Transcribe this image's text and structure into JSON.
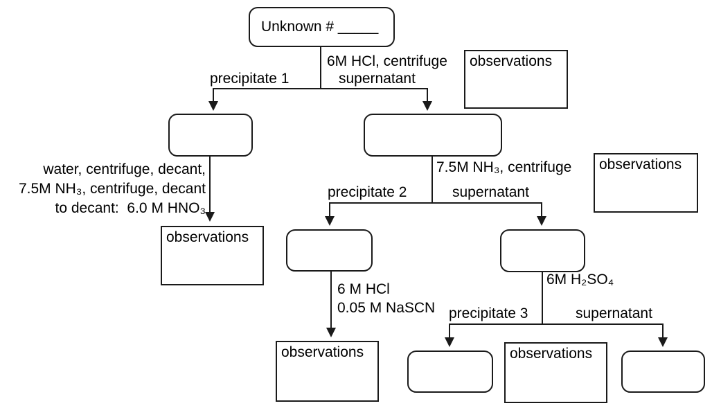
{
  "diagram": {
    "observations_label": "observations",
    "root": {
      "label": "Unknown # _____"
    },
    "step1": {
      "reagent": "6M HCl, centrifuge",
      "left_label": "precipitate 1",
      "right_label": "supernatant"
    },
    "precipitate1_treatment": {
      "line1": "water, centrifuge, decant,",
      "line2": "7.5M NH₃, centrifuge, decant",
      "line3": "to decant:  6.0 M HNO₃"
    },
    "step2": {
      "reagent": "7.5M NH₃, centrifuge",
      "left_label": "precipitate 2",
      "right_label": "supernatant"
    },
    "precipitate2_treatment": {
      "line1": "6 M HCl",
      "line2": "0.05 M NaSCN"
    },
    "step3": {
      "reagent": "6M H₂SO₄",
      "left_label": "precipitate 3",
      "right_label": "supernatant"
    }
  }
}
